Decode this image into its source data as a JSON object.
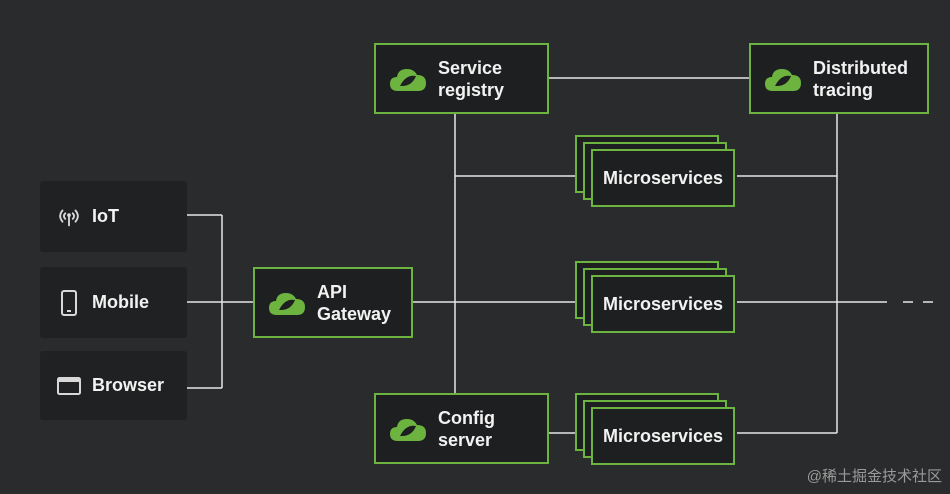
{
  "clients": [
    {
      "label": "IoT",
      "icon": "iot-signal-icon"
    },
    {
      "label": "Mobile",
      "icon": "mobile-phone-icon"
    },
    {
      "label": "Browser",
      "icon": "browser-window-icon"
    }
  ],
  "gateway": {
    "label": "API\nGateway",
    "icon": "spring-cloud-icon"
  },
  "service_registry": {
    "label": "Service\nregistry",
    "icon": "spring-cloud-icon"
  },
  "distributed_tracing": {
    "label": "Distributed\ntracing",
    "icon": "spring-cloud-icon"
  },
  "config_server": {
    "label": "Config\nserver",
    "icon": "spring-cloud-icon"
  },
  "microservices": [
    {
      "label": "Microservices"
    },
    {
      "label": "Microservices"
    },
    {
      "label": "Microservices"
    }
  ],
  "watermark": "@稀土掘金技术社区",
  "colors": {
    "accent": "#6db33f",
    "background": "#2a2b2c",
    "box": "#1e1f20",
    "line": "#e6e6e6"
  }
}
